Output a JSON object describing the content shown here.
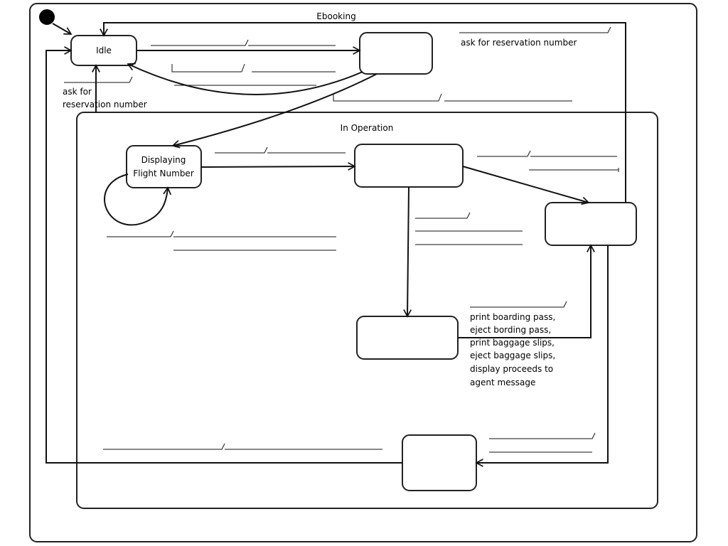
{
  "diagram": {
    "outer_title": "Ebooking",
    "inner_title": "In Operation",
    "states": {
      "idle": "Idle",
      "displaying_line1": "Displaying",
      "displaying_line2": "Flight Number"
    },
    "notes": {
      "top_right": "ask for reservation number",
      "left_line1": "ask for",
      "left_line2": "reservation number",
      "print_actions": [
        "print boarding pass,",
        "eject bording pass,",
        "print baggage slips,",
        "eject baggage slips,",
        "display proceeds to",
        "agent message"
      ]
    }
  }
}
